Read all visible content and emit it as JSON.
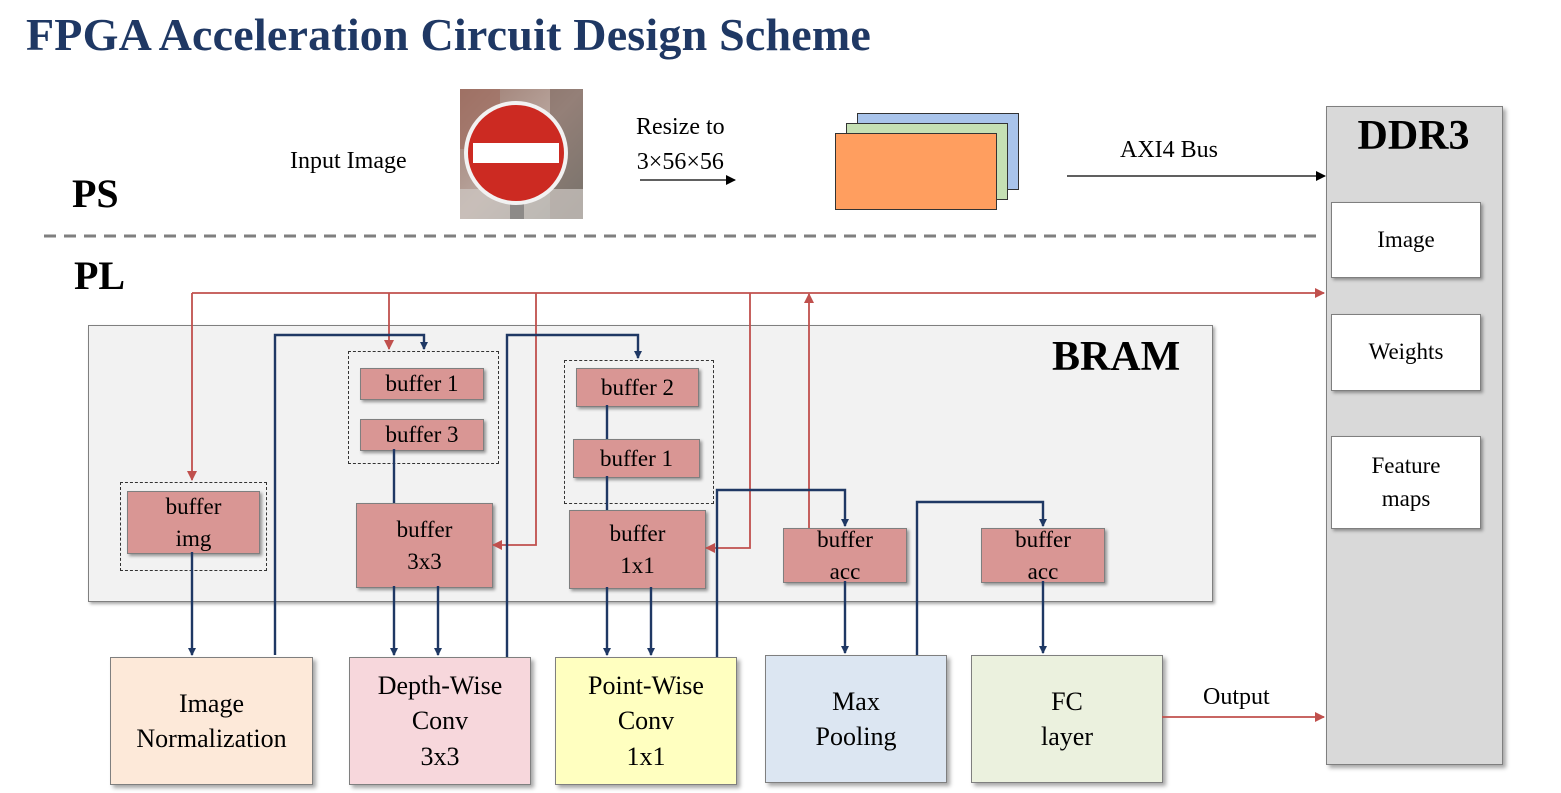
{
  "title": "FPGA Acceleration Circuit Design Scheme",
  "zones": {
    "ps": "PS",
    "pl": "PL"
  },
  "input_image_label": "Input Image",
  "resize_label": "Resize to\n3×56×56",
  "axi_label": "AXI4 Bus",
  "output_label": "Output",
  "bram": {
    "label": "BRAM"
  },
  "ddr3": {
    "label": "DDR3",
    "items": [
      "Image",
      "Weights",
      "Feature\nmaps"
    ]
  },
  "buffers": {
    "img": "buffer\nimg",
    "b1_dw": "buffer 1",
    "b3_dw": "buffer 3",
    "b3x3": "buffer\n3x3",
    "b2_pw": "buffer 2",
    "b1_pw": "buffer 1",
    "b1x1": "buffer\n1x1",
    "acc1": "buffer\nacc",
    "acc2": "buffer\nacc"
  },
  "modules": {
    "norm": "Image\nNormalization",
    "dw": "Depth-Wise\nConv\n3x3",
    "pw": "Point-Wise\nConv\n1x1",
    "pool": "Max\nPooling",
    "fc": "FC\nlayer"
  },
  "colors": {
    "title": "#1f3864",
    "buffer": "#d99694",
    "norm": "#fde9d9",
    "dw": "#f7d7dc",
    "pw": "#ffffc0",
    "pool": "#dce6f2",
    "fc": "#ebf1de",
    "red_line": "#c0504d",
    "blue_line": "#1f3864"
  }
}
